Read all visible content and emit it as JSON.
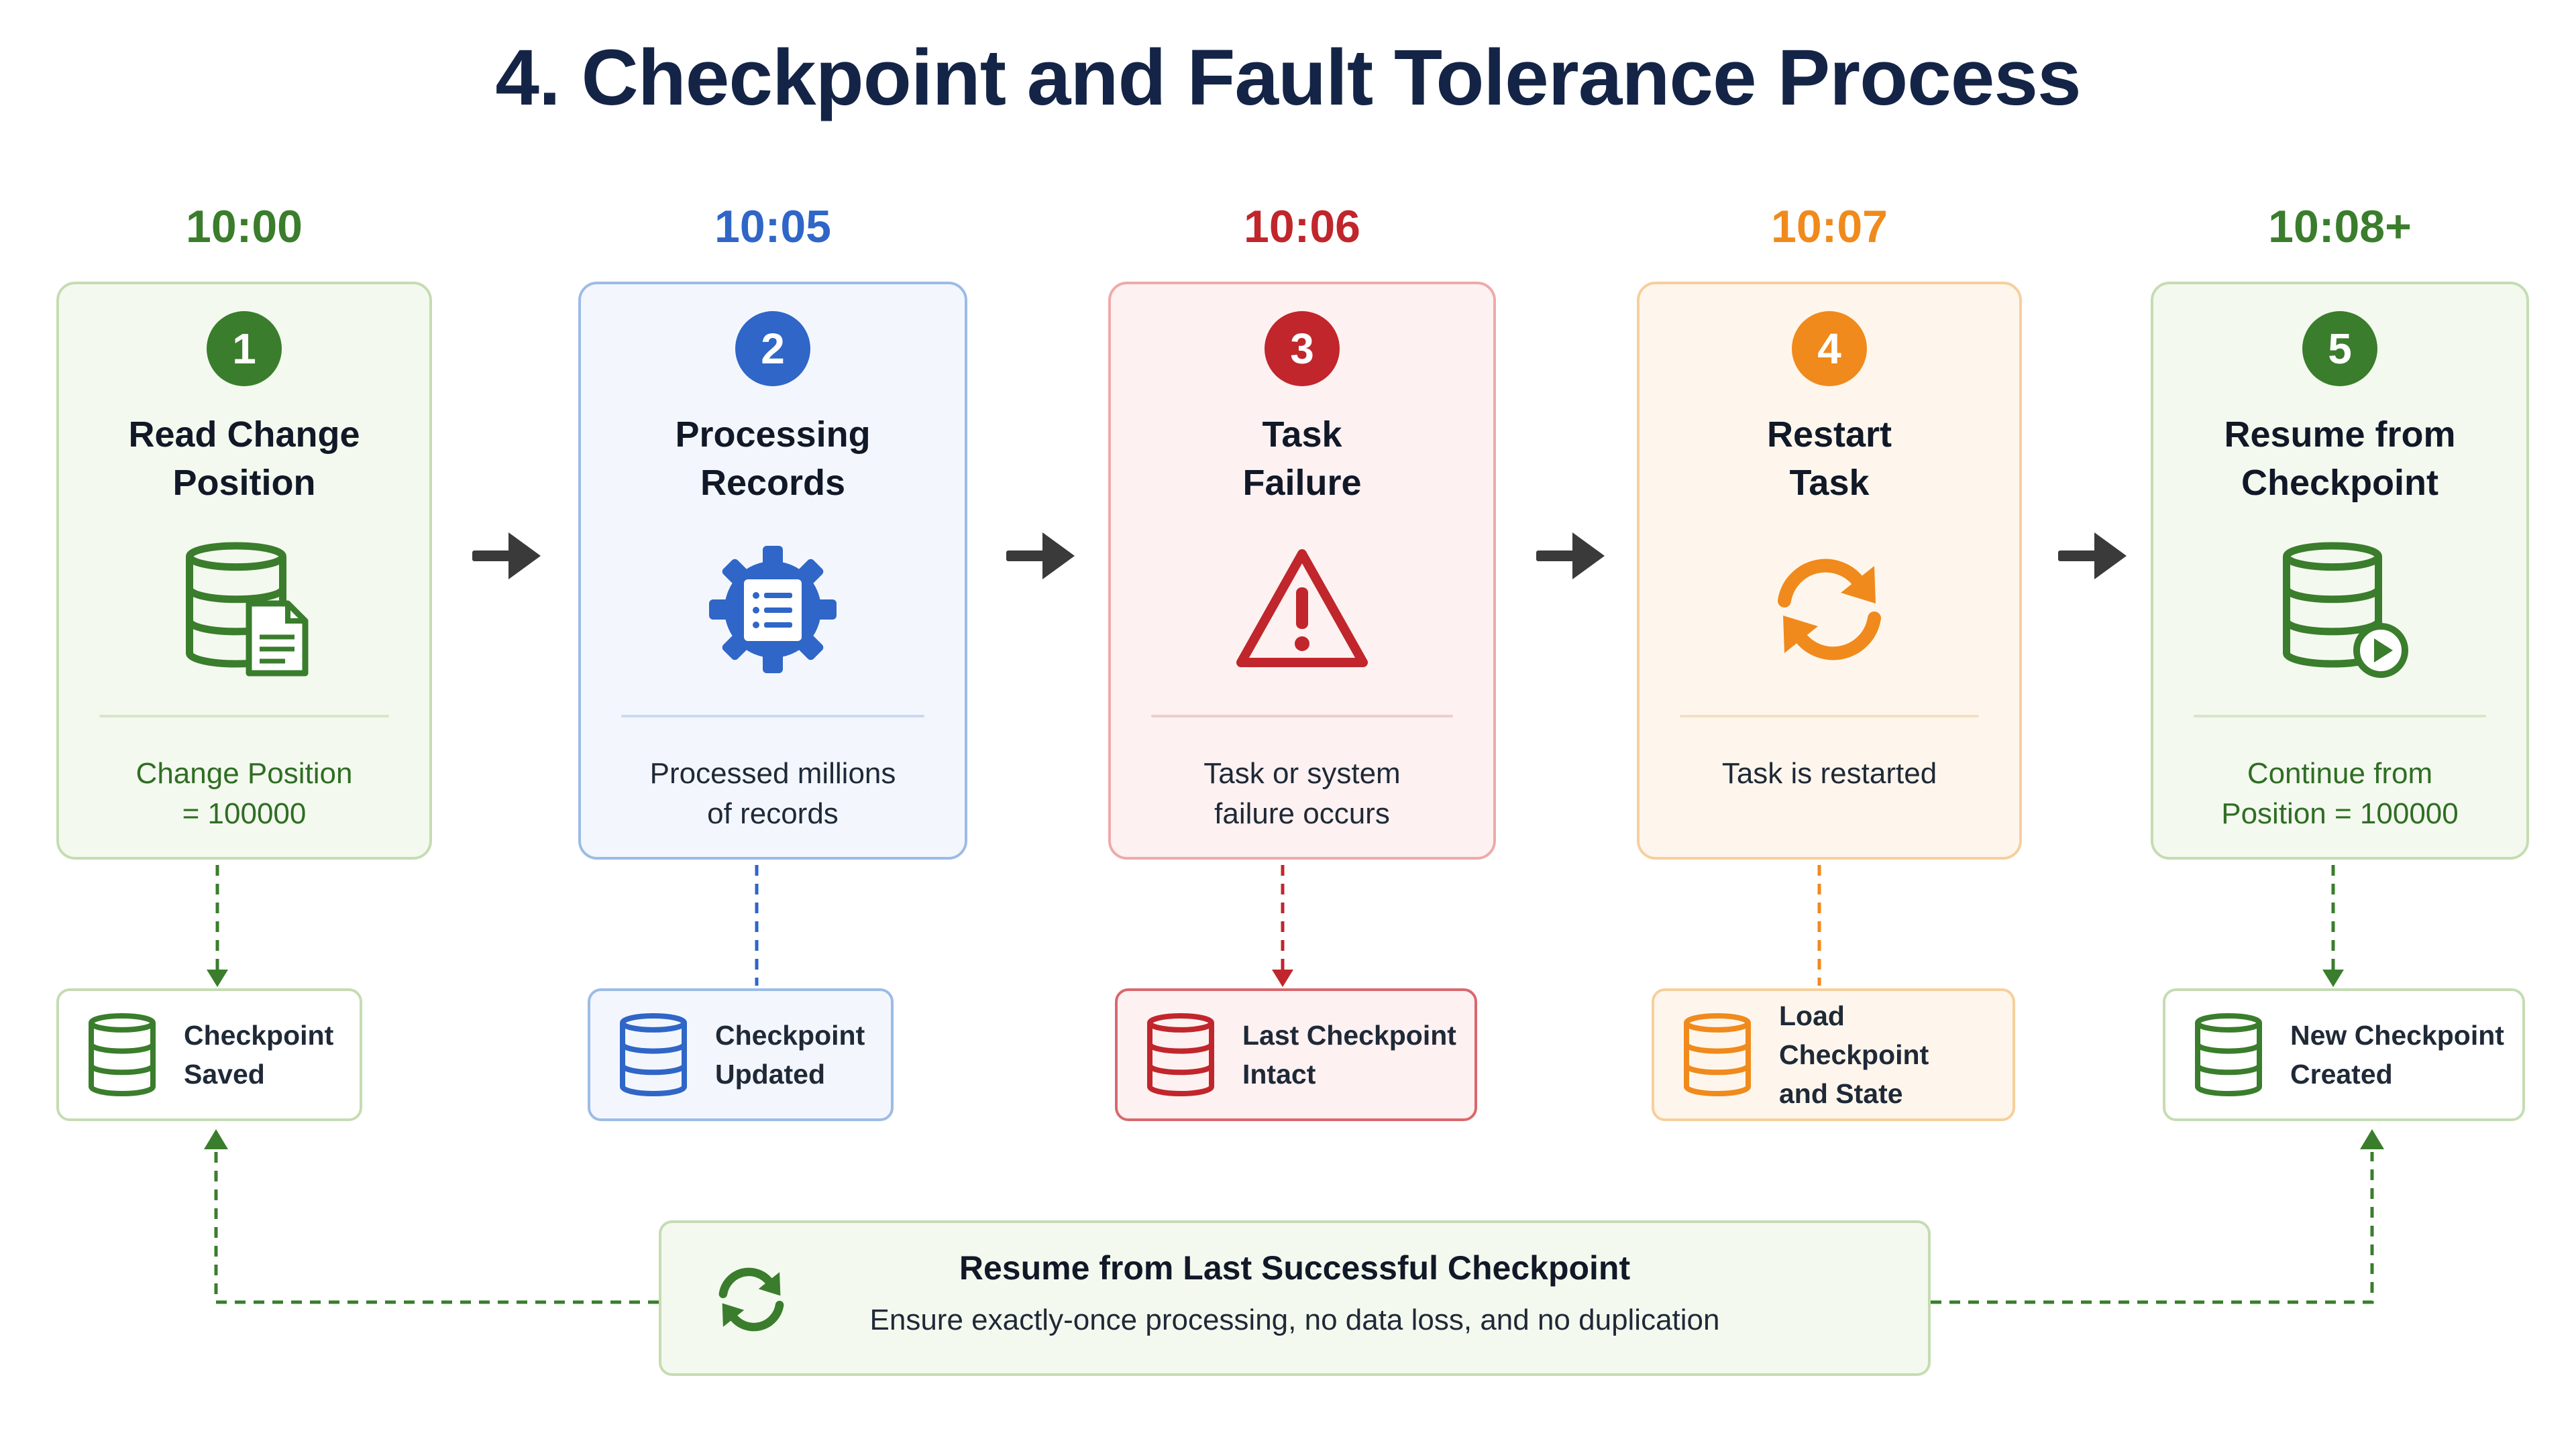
{
  "title": "4. Checkpoint and Fault Tolerance Process",
  "colors": {
    "green": "#3a7d2c",
    "blue": "#2f66c7",
    "red": "#c0262c",
    "orange": "#f08a1c",
    "arrow": "#3a3a3a"
  },
  "steps": [
    {
      "time": "10:00",
      "number": "1",
      "title": "Read Change\nPosition",
      "icon": "database-document-icon",
      "description": "Change Position\n= 100000",
      "checkpoint": {
        "icon": "database-icon",
        "label": "Checkpoint\nSaved"
      }
    },
    {
      "time": "10:05",
      "number": "2",
      "title": "Processing\nRecords",
      "icon": "gear-list-icon",
      "description": "Processed millions\nof records",
      "checkpoint": {
        "icon": "database-icon",
        "label": "Checkpoint\nUpdated"
      }
    },
    {
      "time": "10:06",
      "number": "3",
      "title": "Task\nFailure",
      "icon": "warning-triangle-icon",
      "description": "Task or system\nfailure occurs",
      "checkpoint": {
        "icon": "database-icon",
        "label": "Last Checkpoint\nIntact"
      }
    },
    {
      "time": "10:07",
      "number": "4",
      "title": "Restart\nTask",
      "icon": "refresh-icon",
      "description": "Task is restarted",
      "checkpoint": {
        "icon": "database-icon",
        "label": "Load Checkpoint\nand State"
      }
    },
    {
      "time": "10:08+",
      "number": "5",
      "title": "Resume from\nCheckpoint",
      "icon": "database-play-icon",
      "description": "Continue from\nPosition = 100000",
      "checkpoint": {
        "icon": "database-icon",
        "label": "New Checkpoint\nCreated"
      }
    }
  ],
  "banner": {
    "icon": "refresh-icon",
    "title": "Resume from Last Successful Checkpoint",
    "subtitle": "Ensure exactly-once processing, no data loss, and no duplication"
  }
}
